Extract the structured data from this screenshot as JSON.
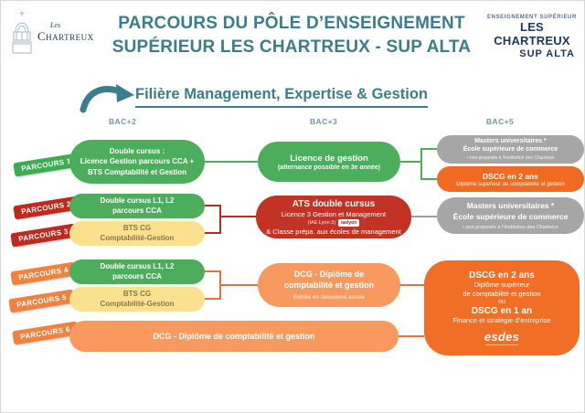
{
  "header": {
    "logo_left": {
      "prefix": "Les",
      "name": "Chartreux"
    },
    "title_line1": "PARCOURS DU PÔLE D’ENSEIGNEMENT",
    "title_line2": "SUPÉRIEUR LES CHARTREUX - SUP ALTA",
    "logo_right": {
      "line1": "ENSEIGNEMENT SUPÉRIEUR",
      "line2": "LES CHARTREUX",
      "line3": "SUP ALTA"
    }
  },
  "section": {
    "title": "Filière Management, Expertise & Gestion"
  },
  "columns": [
    {
      "label": "BAC+2"
    },
    {
      "label": "BAC+3"
    },
    {
      "label": "BAC+5"
    }
  ],
  "parcours": [
    {
      "label": "PARCOURS 1",
      "color": "#3cad52"
    },
    {
      "label": "PARCOURS 2",
      "color": "#c02a1e"
    },
    {
      "label": "PARCOURS 3",
      "color": "#c02a1e"
    },
    {
      "label": "PARCOURS 4",
      "color": "#f1823e"
    },
    {
      "label": "PARCOURS 5",
      "color": "#f1823e"
    },
    {
      "label": "PARCOURS 6",
      "color": "#f1823e"
    }
  ],
  "rows": {
    "row1": {
      "left": {
        "line1": "Double cursus :",
        "line2": "Licence Gestion parcours CCA +",
        "line3": "BTS Comptabilité et Gestion"
      },
      "middle": {
        "title": "Licence de gestion",
        "subtitle": "(alternance possible en 3e année)"
      },
      "gray": {
        "line1": "Masters universitaires *",
        "line2": "École supérieure de commerce",
        "note": "•  non proposés à l’Institution des Chartreux"
      },
      "orange": {
        "title": "DSCG en 2 ans",
        "subtitle": "Diplôme supérieur de comptabilité et gestion"
      }
    },
    "row23": {
      "green": {
        "line1": "Double cursus L1, L2",
        "line2": "parcours CCA"
      },
      "yellow": {
        "line1": "BTS CG",
        "line2": "Comptabilité-Gestion"
      },
      "middle": {
        "title": "ATS double cursus",
        "line1": "Licence 3 Gestion et Management",
        "line2": "(IAE Lyon 3)",
        "badge": "iaelyon",
        "line3": "& Classe prépa. aux écoles de management"
      },
      "gray": {
        "line1": "Masters universitaires *",
        "line2": "École supérieure de commerce",
        "note": "•  non proposés à l’Institution des Chartreux"
      }
    },
    "row45": {
      "green": {
        "line1": "Double cursus L1, L2",
        "line2": "parcours CCA"
      },
      "yellow": {
        "line1": "BTS CG",
        "line2": "Comptabilité-Gestion"
      },
      "middle": {
        "title_line1": "DCG - Diplôme de",
        "title_line2": "comptabilité et gestion",
        "subtitle": "Entrée en deuxième année"
      },
      "big_orange": {
        "title1": "DSCG en 2 ans",
        "sub1": "Diplôme supérieur",
        "sub2": "de comptabilité et gestion",
        "or_word": "ou",
        "title2": "DSCG en 1 an",
        "sub3": "Finance et stratégie d’entreprise",
        "logo": "esdes"
      }
    },
    "row6": {
      "wide": {
        "label": "DCG - Diplôme de comptabilité et gestion"
      }
    }
  },
  "colors": {
    "teal": "#3a7d8d",
    "green": "#4cae5c",
    "red": "#c23325",
    "yellow": "#fbe08f",
    "yellow_text": "#86794a",
    "gray": "#a6a6a6",
    "orange": "#f16a22",
    "light_orange": "#f89a60",
    "sticker_orange": "#f1823e",
    "navy": "#1f3765"
  }
}
